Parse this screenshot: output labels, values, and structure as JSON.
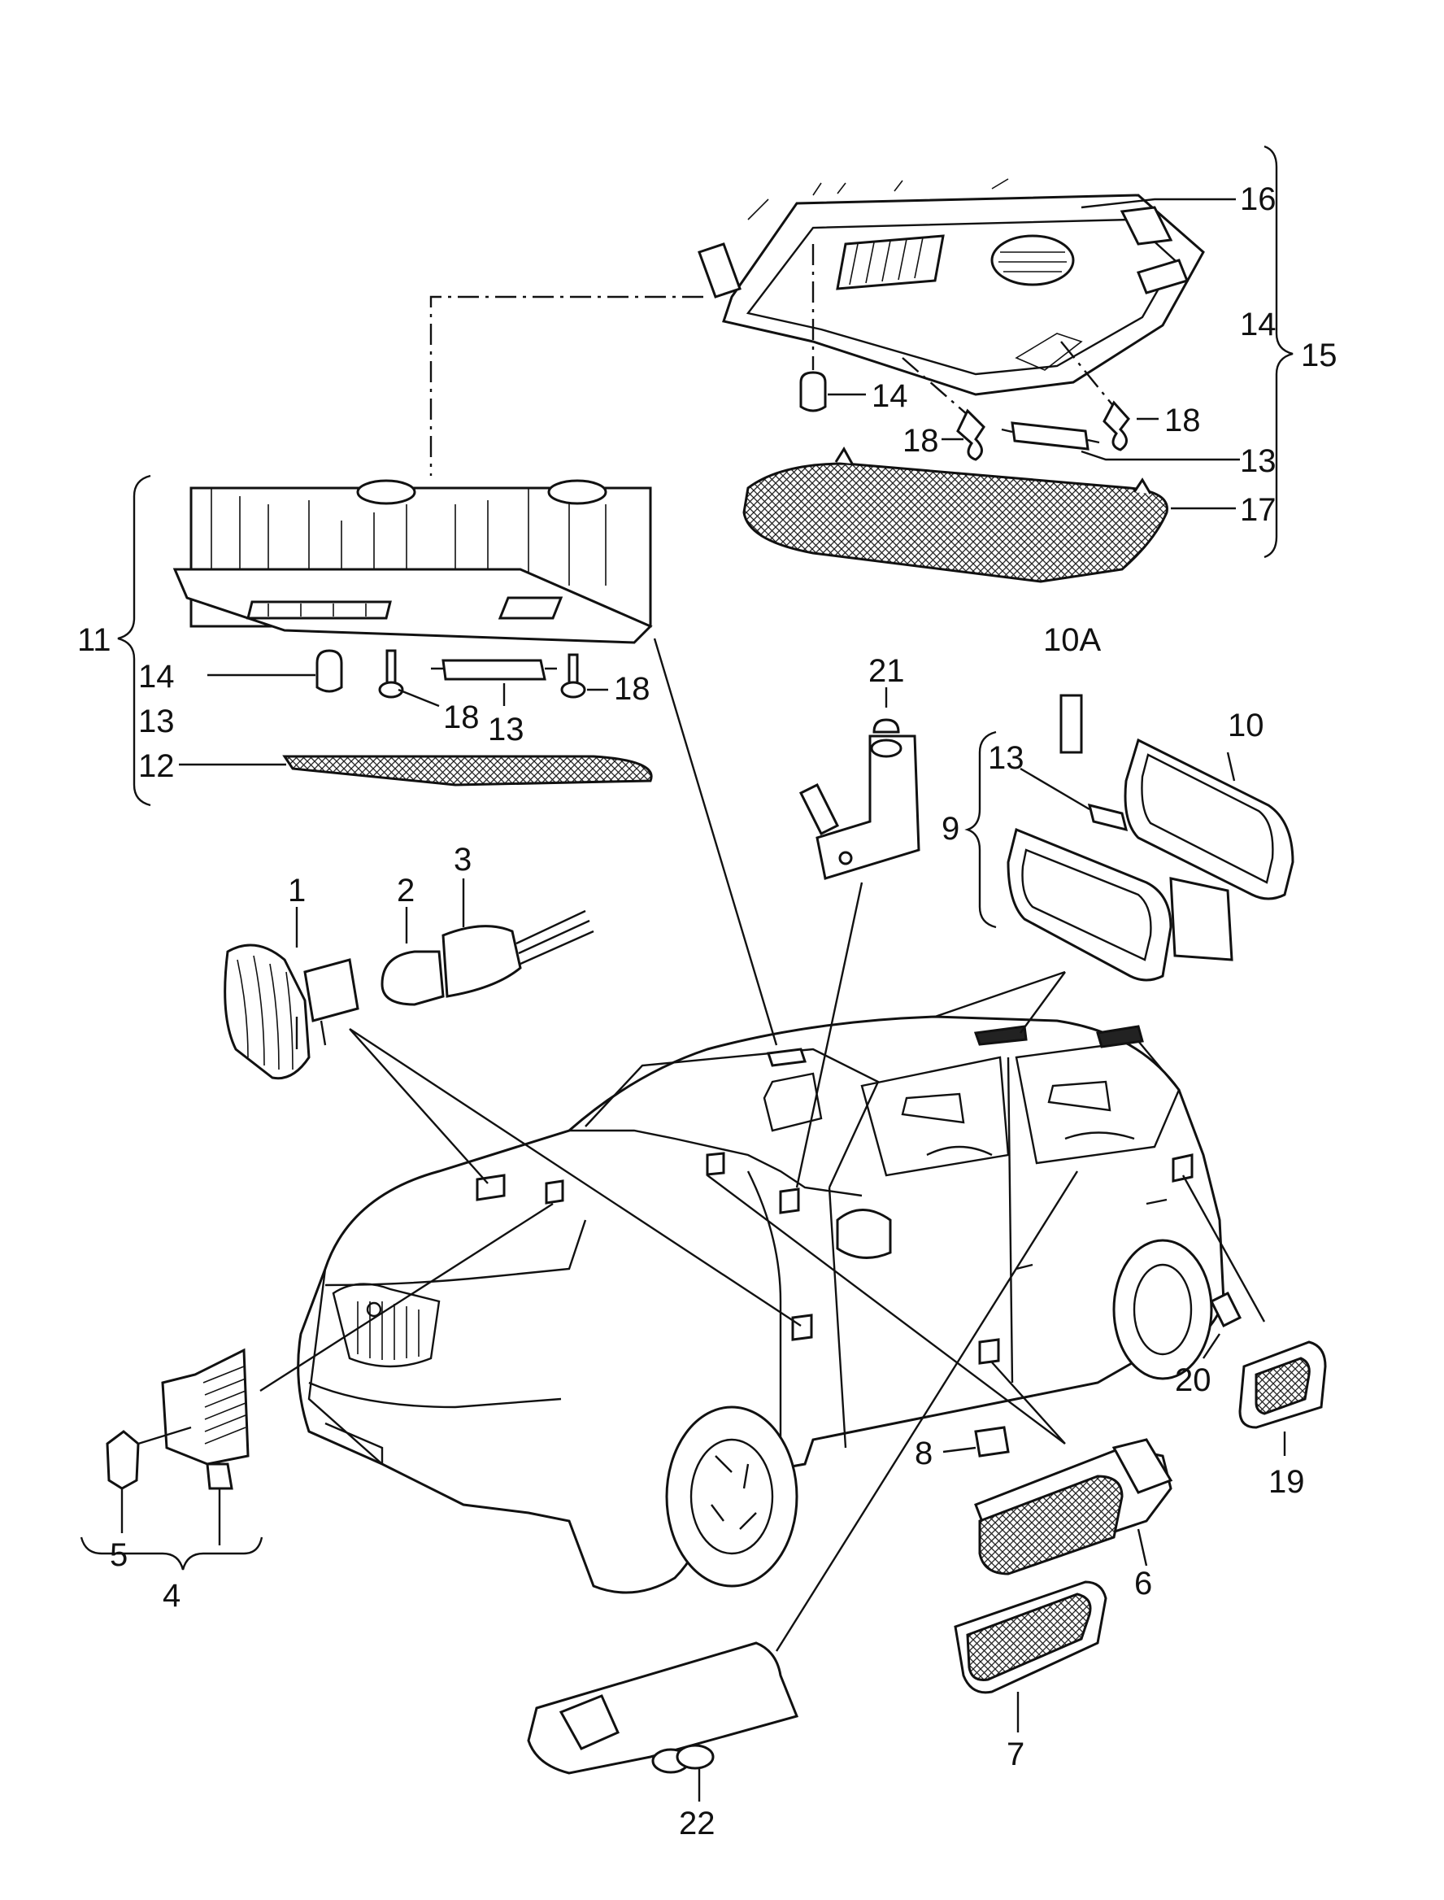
{
  "diagram": {
    "labels": {
      "l1": "1",
      "l2": "2",
      "l3": "3",
      "l4": "4",
      "l5": "5",
      "l6": "6",
      "l7": "7",
      "l8": "8",
      "l9": "9",
      "l10": "10",
      "l10a": "10A",
      "l11": "11",
      "l12": "12",
      "l13a": "13",
      "l13b": "13",
      "l13c": "13",
      "l13d": "13",
      "l14a": "14",
      "l14b": "14",
      "l14c": "14",
      "l15": "15",
      "l16": "16",
      "l17": "17",
      "l18a": "18",
      "l18b": "18",
      "l18c": "18",
      "l18d": "18",
      "l19": "19",
      "l20": "20",
      "l21": "21",
      "l22": "22"
    },
    "ink_color": "#111111",
    "background": "#ffffff"
  }
}
